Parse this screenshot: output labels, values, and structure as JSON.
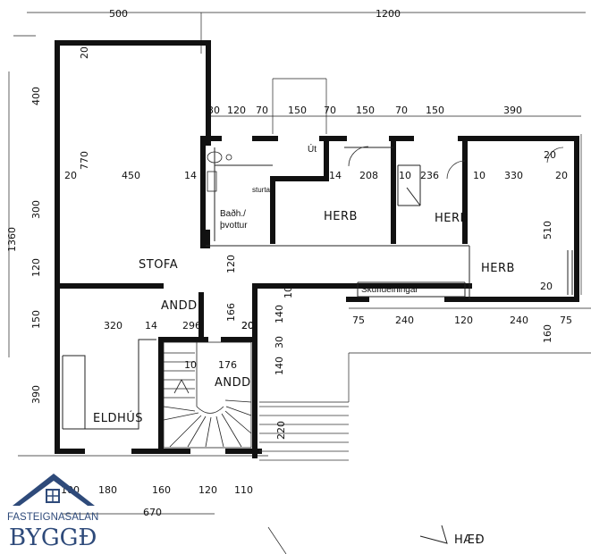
{
  "rooms": {
    "stofa": "STOFA",
    "andd1": "ANDD",
    "andd2": "ANDD",
    "herb1": "HERB",
    "herb2": "HERB",
    "herb3": "HERB",
    "eldhus": "ELDHÚS",
    "bad": "Baðh./ þvottur",
    "sturta": "sturta",
    "ut": "Út",
    "skuffu": "Skúffueiningar"
  },
  "dims_top": {
    "d500": "500",
    "d1200": "1200"
  },
  "dims_row": [
    "30",
    "120",
    "70",
    "150",
    "70",
    "150",
    "70",
    "150",
    "390"
  ],
  "dims_left": {
    "d400": "400",
    "d300": "300",
    "d1360": "1360",
    "d120": "120",
    "d150": "150",
    "d390": "390"
  },
  "dims_inner": {
    "d20a": "20",
    "d770": "770",
    "d20b": "20",
    "d450": "450",
    "d14a": "14",
    "d14b": "14",
    "d208": "208",
    "d10a": "10",
    "d236": "236",
    "d10b": "10",
    "d330": "330",
    "d20c": "20",
    "d20d": "20",
    "d510": "510",
    "d20e": "20",
    "d20f": "20",
    "d120v": "120",
    "d320": "320",
    "d14c": "14",
    "d296": "296",
    "d166": "166",
    "d20g": "20",
    "d140a": "140",
    "d140b": "140",
    "d30": "30",
    "d10c": "10",
    "d176": "176",
    "d10d": "10",
    "d220": "220",
    "d160": "160",
    "d75a": "75",
    "d240a": "240",
    "d120h": "120",
    "d240b": "240",
    "d75b": "75"
  },
  "dims_bottom": [
    "100",
    "180",
    "160",
    "120",
    "110"
  ],
  "dim_670": "670",
  "floor_label": "HÆÐ",
  "logo": {
    "line1": "FASTEIGNASALAN",
    "line2": "BYGGÐ"
  },
  "colors": {
    "wall": "#111111",
    "logo": "#2e4a7a"
  }
}
